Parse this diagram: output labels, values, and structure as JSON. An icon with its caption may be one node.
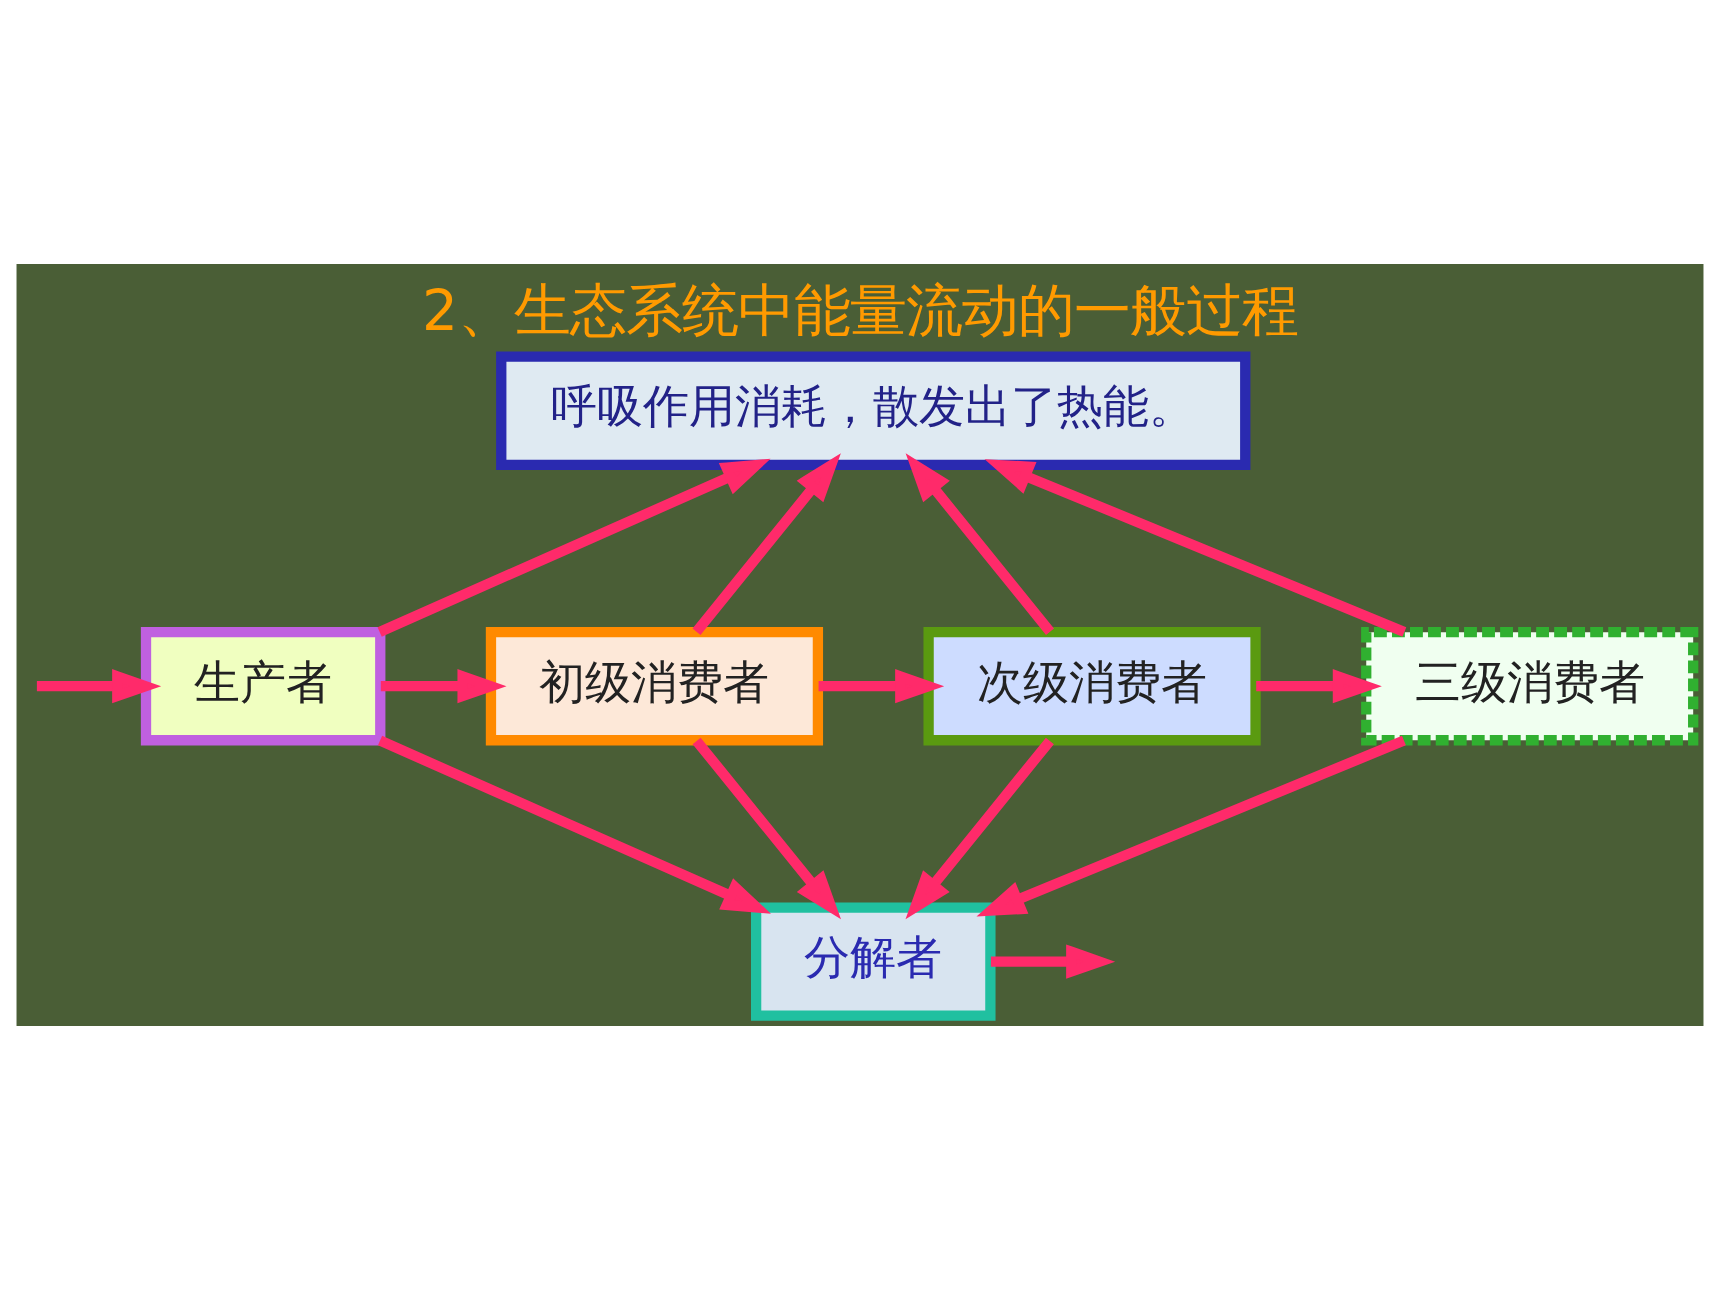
{
  "diagram": {
    "title": "2、生态系统中能量流动的一般过程",
    "nodes": [
      {
        "text": [
          "呼吸作用消耗，散发出了热能。"
        ]
      },
      {
        "text": [
          "生产者"
        ]
      },
      {
        "text": [
          "初级消费者"
        ]
      },
      {
        "text": [
          "次级消费者"
        ]
      },
      {
        "text": [
          "三级消费者"
        ]
      },
      {
        "text": [
          "分解者"
        ]
      }
    ],
    "edges": [
      {
        "from": null,
        "to": 1,
        "arrow": "to"
      },
      {
        "from": 1,
        "to": 2,
        "arrow": "to"
      },
      {
        "from": 2,
        "to": 3,
        "arrow": "to"
      },
      {
        "from": 3,
        "to": 4,
        "arrow": "to"
      },
      {
        "from": 1,
        "to": 0,
        "arrow": "to"
      },
      {
        "from": 2,
        "to": 0,
        "arrow": "to"
      },
      {
        "from": 3,
        "to": 0,
        "arrow": "to"
      },
      {
        "from": 4,
        "to": 0,
        "arrow": "to"
      },
      {
        "from": 1,
        "to": 5,
        "arrow": "to"
      },
      {
        "from": 2,
        "to": 5,
        "arrow": "to"
      },
      {
        "from": 3,
        "to": 5,
        "arrow": "to"
      },
      {
        "from": 4,
        "to": 5,
        "arrow": "to"
      },
      {
        "from": 5,
        "to": null,
        "arrow": "to"
      }
    ]
  }
}
